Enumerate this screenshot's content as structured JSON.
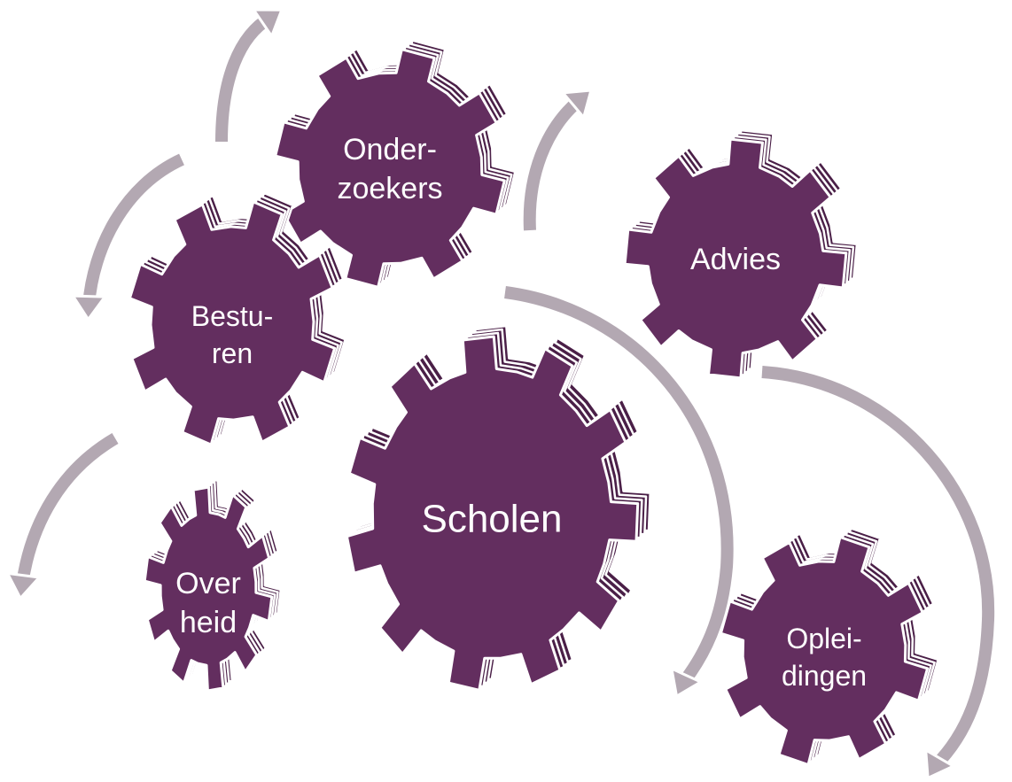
{
  "colors": {
    "gear_face": "#632e5f",
    "gear_side": "#4a1f47",
    "gear_outline": "#ffffff",
    "arrow_fill": "#b3a8b2",
    "arrow_outline": "#ffffff",
    "gear_text": "#ffffff",
    "background": "#ffffff"
  },
  "gears": [
    {
      "id": "onderzoekers",
      "label_lines": [
        "Onder-",
        "zoekers"
      ]
    },
    {
      "id": "advies",
      "label_lines": [
        "Advies"
      ]
    },
    {
      "id": "besturen",
      "label_lines": [
        "Bestu-",
        "ren"
      ]
    },
    {
      "id": "scholen",
      "label_lines": [
        "Scholen"
      ]
    },
    {
      "id": "overheid",
      "label_lines": [
        "Over",
        "heid"
      ]
    },
    {
      "id": "opleidingen",
      "label_lines": [
        "Oplei-",
        "dingen"
      ]
    }
  ],
  "arrows": [
    {
      "id": "arrow-to-onderzoekers"
    },
    {
      "id": "arrow-besturen-down"
    },
    {
      "id": "arrow-overheid-down"
    },
    {
      "id": "arrow-advies-up"
    },
    {
      "id": "arrow-scholen-to-opleidingen"
    },
    {
      "id": "arrow-advies-to-opleidingen"
    }
  ]
}
